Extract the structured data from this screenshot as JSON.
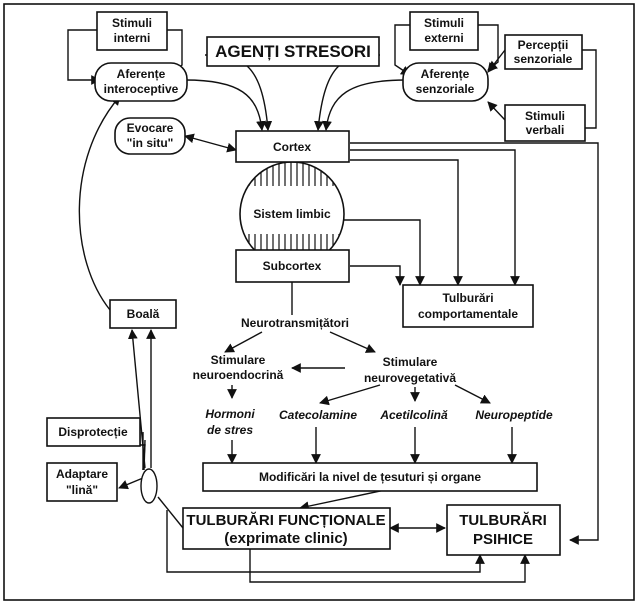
{
  "diagram": {
    "title": "AGENȚI STRESORI",
    "stimuli_interni": [
      "Stimuli",
      "interni"
    ],
    "stimuli_externi": [
      "Stimuli",
      "externi"
    ],
    "perceptii": [
      "Percepții",
      "senzoriale"
    ],
    "aferente_intero": [
      "Aferențe",
      "interoceptive"
    ],
    "aferente_senz": [
      "Aferențe",
      "senzoriale"
    ],
    "stimuli_verbali": [
      "Stimuli",
      "verbali"
    ],
    "evocare": [
      "Evocare",
      "\"in situ\""
    ],
    "cortex": "Cortex",
    "sistem_limbic": "Sistem limbic",
    "subcortex": "Subcortex",
    "tulburari_comp": [
      "Tulburări",
      "comportamentale"
    ],
    "boala": "Boală",
    "neurotransmitatori": "Neurotransmițători",
    "stim_neuroendo": [
      "Stimulare",
      "neuroendocrină"
    ],
    "stim_neuroveg": [
      "Stimulare",
      "neurovegetativă"
    ],
    "hormoni": [
      "Hormoni",
      "de stres"
    ],
    "catecolamine": "Catecolamine",
    "acetilcolina": "Acetilcolină",
    "neuropeptide": "Neuropeptide",
    "modificari": "Modificări la nivel de țesuturi și organe",
    "disprotectie": "Disprotecție",
    "adaptare": [
      "Adaptare",
      "\"lină\""
    ],
    "tulb_functionale": [
      "TULBURĂRI FUNCȚIONALE",
      "(exprimate clinic)"
    ],
    "tulb_psihice": [
      "TULBURĂRI",
      "PSIHICE"
    ]
  }
}
